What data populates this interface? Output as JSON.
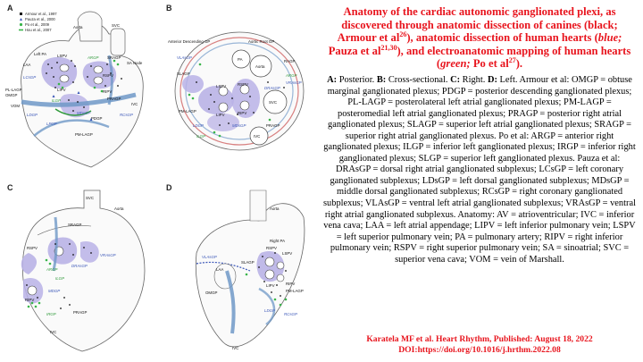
{
  "panels": {
    "A": {
      "letter": "A",
      "legend": [
        {
          "label": "Armour et al., 1997",
          "symbol": "black-square"
        },
        {
          "label": "Pauza et al., 2000",
          "symbol": "blue-triangle"
        },
        {
          "label": "Po et al., 2009",
          "symbol": "green-circle"
        },
        {
          "label": "Hou et al., 2007",
          "symbol": "green-line"
        }
      ],
      "labels": [
        "Aorta",
        "SVC",
        "LAA",
        "Left PA",
        "LSPV",
        "LIPV",
        "VOM",
        "PL-LAGP",
        "OMGP",
        "SRAGP",
        "SA Node",
        "RIPV",
        "PRAGP",
        "RSPV",
        "IVC",
        "PDGP",
        "PM-LAGP",
        "LDGP",
        "LCsGP",
        "MDsGP",
        "RCsGP",
        "LPGP",
        "ILGP",
        "ARGP"
      ]
    },
    "B": {
      "letter": "B",
      "labels": [
        "Anterior Descending GP",
        "Aortic Root GP",
        "Aorta",
        "PA",
        "SLAGP",
        "RAGP",
        "VLAsGP",
        "ARGP",
        "VRAsGP",
        "DRAsGP",
        "SVC",
        "PM-LAGP",
        "LSPV",
        "RSPV",
        "LIPV",
        "RIPV",
        "IVC",
        "PRAGP",
        "ILGP",
        "LDGP",
        "MDsGP"
      ]
    },
    "C": {
      "letter": "C",
      "labels": [
        "SVC",
        "Aorta",
        "SRAGP",
        "RSPV",
        "DRAsGP",
        "VRAsGP",
        "ARGP",
        "ILGP",
        "RIPV",
        "MDGP",
        "IRGP",
        "PRAGP",
        "IVC"
      ]
    },
    "D": {
      "letter": "D",
      "labels": [
        "Aorta",
        "Right PA",
        "RSPV",
        "LSPV",
        "VLAsGP",
        "LAA",
        "SLAGP",
        "OMGP",
        "LIPV",
        "RIPV",
        "PM-LAGP",
        "LDGP",
        "IVC",
        "RCsGP"
      ]
    }
  },
  "caption": {
    "title": {
      "part1": "Anatomy of the cardiac autonomic ganglionated plexi, as discovered through anatomic dissection of canines (black; Armour et al",
      "ref1": "26",
      "part2": "), anatomic dissection of human hearts (",
      "blue_word": "blue;",
      "part3": " Pauza et al",
      "ref2": "21,30",
      "part4": "), and electroanatomic mapping of human hearts (",
      "green_word": "green;",
      "part5": " Po et al",
      "ref3": "27",
      "part6": ")."
    },
    "body_lead": "A:",
    "body_1": " Posterior. ",
    "b_label": "B:",
    "body_2": " Cross-sectional. ",
    "c_label": "C:",
    "body_3": " Right. ",
    "d_label": "D:",
    "body_4": " Left. Armour et al: OMGP = obtuse marginal ganglionated plexus; PDGP = posterior descending ganglionated plexus; PL-LAGP = posterolateral left atrial ganglionated plexus; PM-LAGP = posteromedial left atrial ganglionated plexus; PRAGP = posterior right atrial ganglionated plexus; SLAGP = superior left atrial ganglionated plexus; SRAGP = superior right atrial ganglionated plexus. Po et al: ARGP = anterior right ganglionated plexus; ILGP = inferior left ganglionated plexus; IRGP = inferior right ganglionated plexus; SLGP = superior left ganglionated plexus. Pauza et al: DRAsGP = dorsal right atrial ganglionated subplexus; LCsGP = left coronary ganglionated subplexus; LDsGP = left dorsal ganglionated subplexus; MDsGP = middle dorsal ganglionated subplexus; RCsGP = right coronary ganglionated subplexus; VLAsGP = ventral left atrial ganglionated subplexus; VRAsGP = ventral right atrial ganglionated subplexus. Anatomy: AV = atrioventricular; IVC = inferior vena cava; LAA = left atrial appendage; LIPV = left inferior pulmonary vein; LSPV = left superior pulmonary vein; PA = pulmonary artery; RIPV = right inferior pulmonary vein; RSPV = right superior pulmonary vein; SA = sinoatrial; SVC = superior vena cava; VOM = vein of Marshall."
  },
  "citation": {
    "line1": "Karatela MF et al. Heart Rhythm, Published: August 18, 2022",
    "line2": "DOI:https://doi.org/10.1016/j.hrthm.2022.08"
  },
  "colors": {
    "title_red": "#e8141d",
    "gp_purple": "#b9b2e6",
    "po_green": "#39b54a",
    "pauza_blue": "#3b57b8",
    "vessel_blue": "#6f98c7",
    "vessel_red": "#c94a4a"
  }
}
